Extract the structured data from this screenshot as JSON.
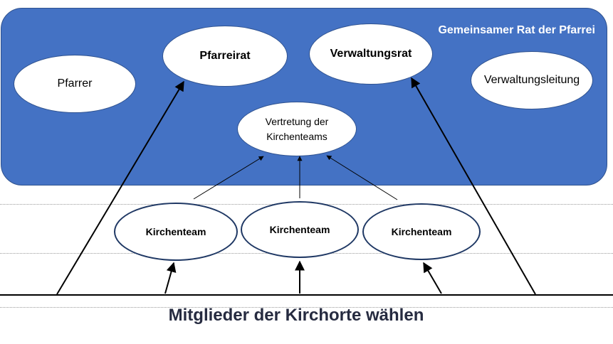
{
  "council": {
    "title": "Gemeinsamer Rat der Pfarrei",
    "members": {
      "pfarrer": "Pfarrer",
      "pfarreirat": "Pfarreirat",
      "verwaltungsrat": "Verwaltungsrat",
      "verwaltungsleitung": "Verwaltungsleitung",
      "vertretung": [
        "Vertretung der",
        "Kirchenteams"
      ]
    }
  },
  "teams": [
    "Kirchenteam",
    "Kirchenteam",
    "Kirchenteam"
  ],
  "footer": "Mitglieder der Kirchorte wählen",
  "colors": {
    "council_fill": "#4472c4",
    "team_border": "#1f3864"
  }
}
